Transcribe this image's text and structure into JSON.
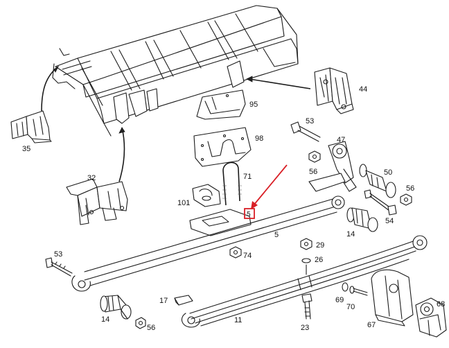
{
  "colors": {
    "line": "#1a1a1a",
    "highlight": "#d91f26",
    "background": "#ffffff"
  },
  "callouts": {
    "c44": "44",
    "c95": "95",
    "c53a": "53",
    "c98": "98",
    "c35": "35",
    "c47": "47",
    "c56a": "56",
    "c50": "50",
    "c32": "32",
    "c71": "71",
    "c56b": "56",
    "c101": "101",
    "c5box": "5",
    "c54": "54",
    "c14a": "14",
    "c5": "5",
    "c29": "29",
    "c53b": "53",
    "c74": "74",
    "c26": "26",
    "c69": "69",
    "c70": "70",
    "c68": "68",
    "c17": "17",
    "c14b": "14",
    "c56c": "56",
    "c11": "11",
    "c23": "23",
    "c67": "67"
  }
}
